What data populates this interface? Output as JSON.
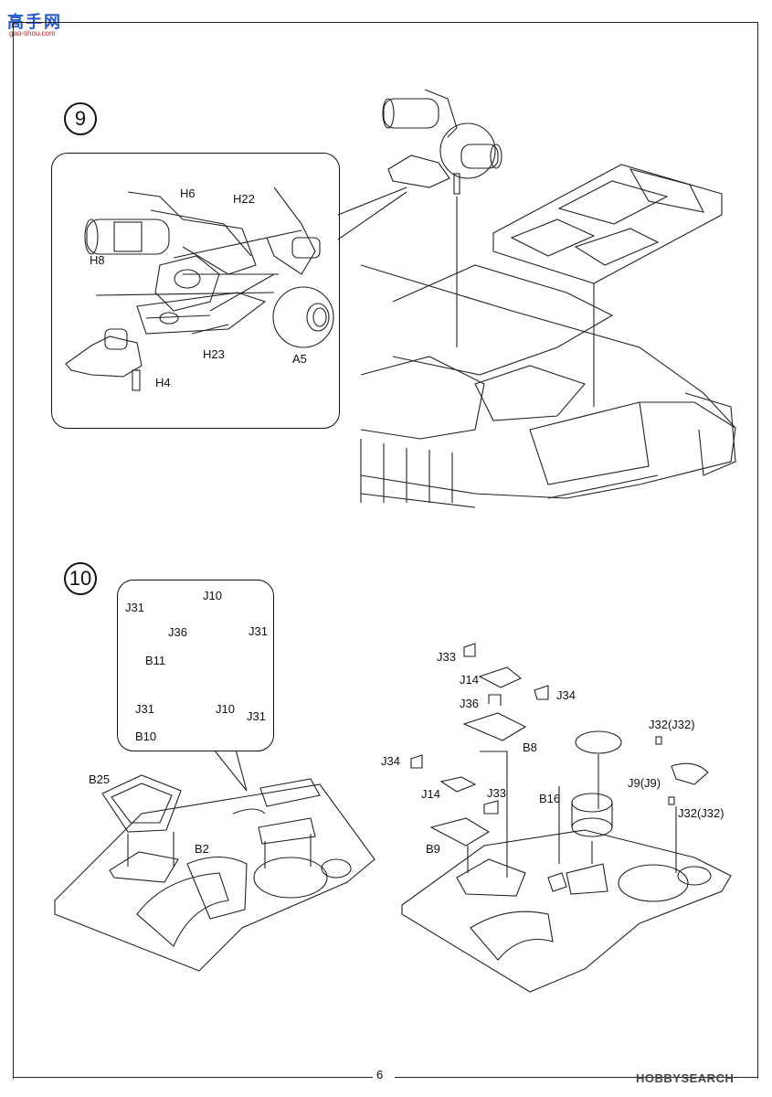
{
  "watermark": {
    "logo_text": "高手网",
    "logo_url": "gao-shou.com",
    "search_brand": "HOBBYSEARCH"
  },
  "page": {
    "number": "6"
  },
  "step9": {
    "number": "9",
    "parts": {
      "H6": "H6",
      "H22": "H22",
      "H8": "H8",
      "H23": "H23",
      "A5": "A5",
      "H4": "H4"
    }
  },
  "step10": {
    "number": "10",
    "callout_parts": {
      "J10_top": "J10",
      "J31_tl": "J31",
      "J31_tr": "J31",
      "J36": "J36",
      "B11": "B11",
      "J31_bl": "J31",
      "J10_bot": "J10",
      "J31_br": "J31",
      "B10": "B10"
    },
    "left_parts": {
      "B25": "B25",
      "B2": "B2"
    },
    "right_parts": {
      "J33_top": "J33",
      "J14_top": "J14",
      "J34_top": "J34",
      "J36": "J36",
      "B8": "B8",
      "J32_top": "J32(J32)",
      "J9": "J9(J9)",
      "J32_bot": "J32(J32)",
      "J34_mid": "J34",
      "J14_mid": "J14",
      "J33_mid": "J33",
      "B16": "B16",
      "B9": "B9"
    }
  }
}
